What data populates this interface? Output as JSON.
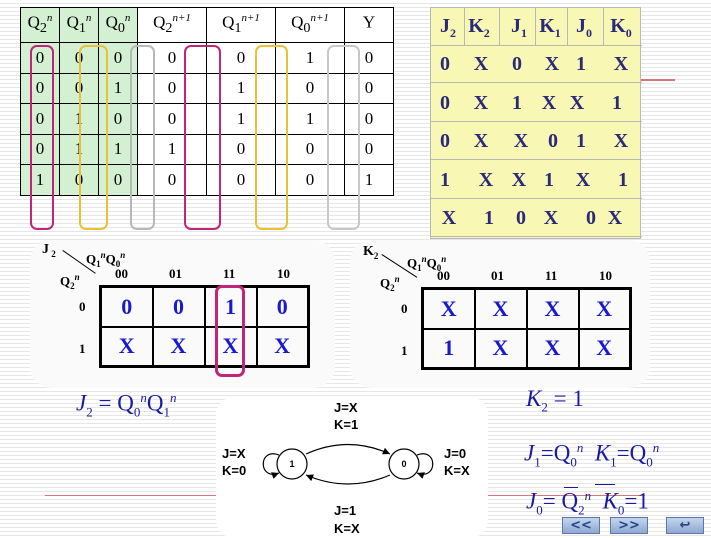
{
  "state_table": {
    "headers": [
      {
        "base": "Q",
        "sub": "2",
        "sup": "n"
      },
      {
        "base": "Q",
        "sub": "1",
        "sup": "n"
      },
      {
        "base": "Q",
        "sub": "0",
        "sup": "n"
      },
      {
        "base": "Q",
        "sub": "2",
        "sup": "n+1"
      },
      {
        "base": "Q",
        "sub": "1",
        "sup": "n+1"
      },
      {
        "base": "Q",
        "sub": "0",
        "sup": "n+1"
      },
      {
        "base": "Y",
        "sub": "",
        "sup": ""
      }
    ],
    "rows": [
      [
        "0",
        "0",
        "0",
        "0",
        "0",
        "1",
        "0"
      ],
      [
        "0",
        "0",
        "1",
        "0",
        "1",
        "0",
        "0"
      ],
      [
        "0",
        "1",
        "0",
        "0",
        "1",
        "1",
        "0"
      ],
      [
        "0",
        "1",
        "1",
        "1",
        "0",
        "0",
        "0"
      ],
      [
        "1",
        "0",
        "0",
        "0",
        "0",
        "0",
        "1"
      ]
    ]
  },
  "jk_table": {
    "headers": [
      {
        "base": "J",
        "sub": "2"
      },
      {
        "base": "K",
        "sub": "2"
      },
      {
        "base": "J",
        "sub": "1"
      },
      {
        "base": "K",
        "sub": "1"
      },
      {
        "base": "J",
        "sub": "0"
      },
      {
        "base": "K",
        "sub": "0"
      }
    ],
    "rows": [
      [
        "0",
        "X",
        "0",
        "X",
        "1",
        "X"
      ],
      [
        "0",
        "X",
        "1",
        "X",
        "X",
        "1"
      ],
      [
        "0",
        "X",
        "X",
        "0",
        "1",
        "X"
      ],
      [
        "1",
        "X",
        "X",
        "1",
        "X",
        "1"
      ],
      [
        "X",
        "1",
        "0",
        "X",
        "0",
        "X"
      ]
    ]
  },
  "kmap_j2": {
    "name": "J",
    "name_sub": "2",
    "var_top": "Q",
    "var_left": "Q",
    "cols": [
      "00",
      "01",
      "11",
      "10"
    ],
    "rows": [
      "0",
      "1"
    ],
    "cells": [
      [
        "0",
        "0",
        "1",
        "0"
      ],
      [
        "X",
        "X",
        "X",
        "X"
      ]
    ]
  },
  "kmap_k2": {
    "name": "K",
    "name_sub": "2",
    "var_top": "Q",
    "var_left": "Q",
    "cols": [
      "00",
      "01",
      "11",
      "10"
    ],
    "rows": [
      "0",
      "1"
    ],
    "cells": [
      [
        "X",
        "X",
        "X",
        "X"
      ],
      [
        "1",
        "X",
        "X",
        "X"
      ]
    ]
  },
  "equations": {
    "j2_lhs": "J",
    "j2_rhs": "= Q",
    "k2_lhs": "K",
    "k2_rhs": "= 1",
    "j1": "J",
    "j1_rhs": "=Q",
    "k1": "K",
    "k1_rhs": "=Q",
    "j0": "J",
    "j0_rhs": "= Q",
    "k0": "K",
    "k0_rhs": "=1"
  },
  "state_diagram": {
    "state_left": "1",
    "state_right": "0",
    "top_label_1": "J=X",
    "top_label_2": "K=1",
    "bottom_label_1": "J=1",
    "bottom_label_2": "K=X",
    "left_label_1": "J=X",
    "left_label_2": "K=0",
    "right_label_1": "J=0",
    "right_label_2": "K=X"
  },
  "nav": {
    "prev": "<<",
    "next": ">>",
    "return": "↩"
  }
}
